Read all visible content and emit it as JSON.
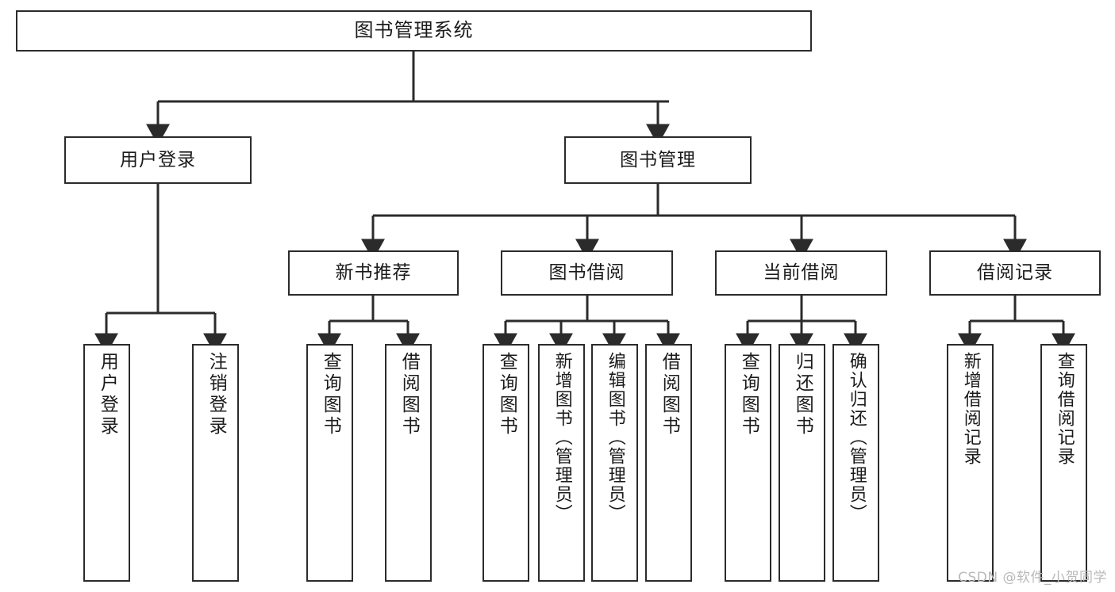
{
  "diagram": {
    "type": "tree-hierarchy-chart",
    "title": "图书管理系统",
    "line_color": "#2b2b2b",
    "box_fill": "#ffffff",
    "text_color": "#1b1b1b",
    "watermark_color": "#b9b9b9"
  },
  "watermark": {
    "text": "CSDN @软件_小贺同学"
  },
  "nodes": {
    "root": {
      "label": "图书管理系统"
    },
    "level2": [
      {
        "label": "用户登录"
      },
      {
        "label": "图书管理"
      }
    ],
    "level3": [
      {
        "label": "新书推荐"
      },
      {
        "label": "图书借阅"
      },
      {
        "label": "当前借阅"
      },
      {
        "label": "借阅记录"
      }
    ],
    "leaves": {
      "user_login": [
        {
          "label": "用户登录"
        },
        {
          "label": "注销登录"
        }
      ],
      "new_book_recommend": [
        {
          "label": "查询图书"
        },
        {
          "label": "借阅图书"
        }
      ],
      "book_borrow": [
        {
          "label": "查询图书"
        },
        {
          "label": "新增图书（管理员）"
        },
        {
          "label": "编辑图书（管理员）"
        },
        {
          "label": "借阅图书"
        }
      ],
      "current_borrow": [
        {
          "label": "查询图书"
        },
        {
          "label": "归还图书"
        },
        {
          "label": "确认归还（管理员）"
        }
      ],
      "borrow_record": [
        {
          "label": "新增借阅记录"
        },
        {
          "label": "查询借阅记录"
        }
      ]
    }
  }
}
